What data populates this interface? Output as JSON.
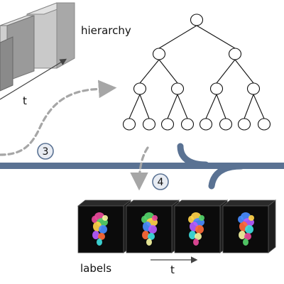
{
  "labels": {
    "hierarchy": "hierarchy",
    "labels": "labels",
    "t_top": "t",
    "t_bottom": "t",
    "step3": "3",
    "step4": "4"
  },
  "colors": {
    "flow_band": "#5a7293",
    "dashed_arrow": "#a6a6a6",
    "step_badge_fill": "#e8ecf3",
    "step_badge_stroke": "#5a7293",
    "cube_face": "#d4d4d4",
    "cube_side": "#9f9f9f",
    "label_frame": "#0b0b0b",
    "label_frame_side": "#3a3a3a"
  },
  "tree": {
    "depth": 4,
    "branching": 2,
    "leaf_count": 8
  },
  "label_frames": {
    "count": 4,
    "icon": "segmented-brain-label-map"
  }
}
